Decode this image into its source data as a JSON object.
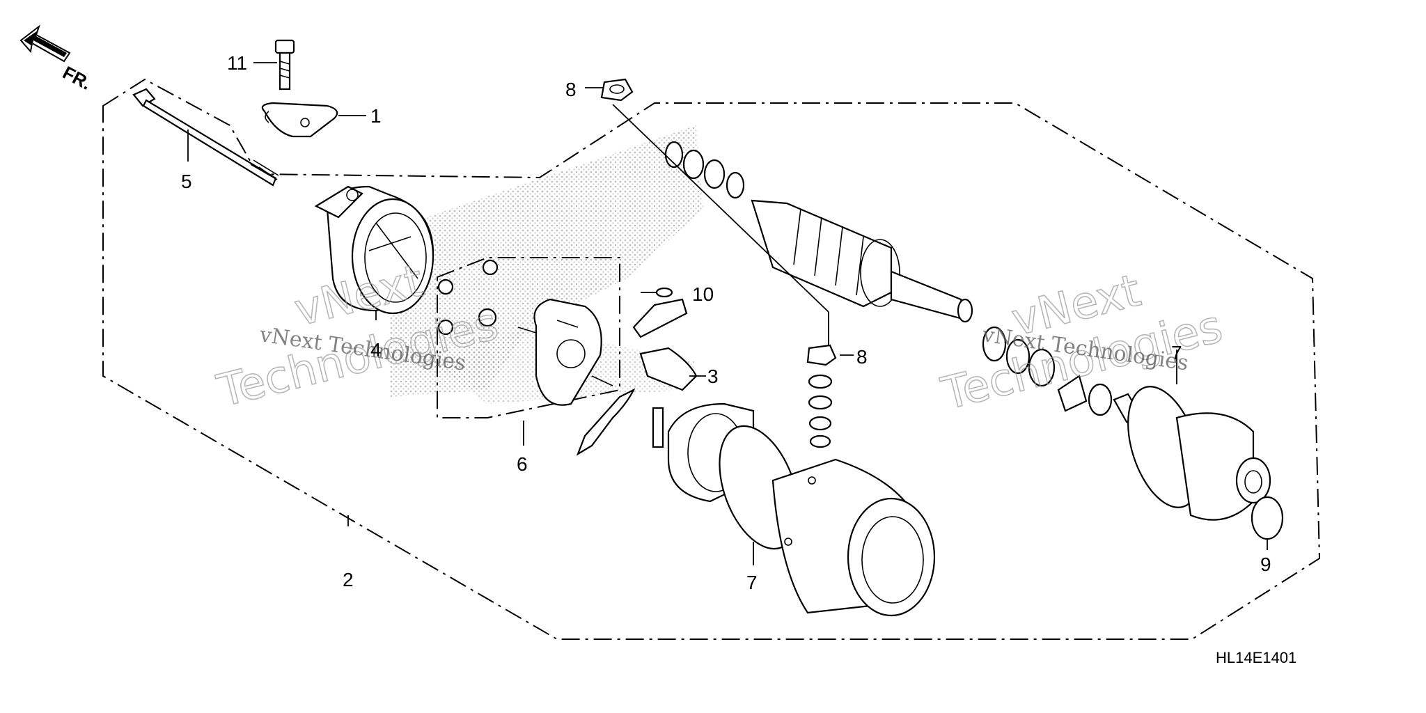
{
  "diagram_code": "HL14E1401",
  "direction_label": "FR.",
  "watermark": {
    "line1": "vNext Technologies",
    "big_a": "vNext",
    "big_b": "Technologies"
  },
  "callouts": {
    "c1": "1",
    "c2": "2",
    "c3": "3",
    "c4": "4",
    "c5": "5",
    "c6": "6",
    "c7a": "7",
    "c7b": "7",
    "c8a": "8",
    "c8b": "8",
    "c9": "9",
    "c10": "10",
    "c11": "11"
  }
}
